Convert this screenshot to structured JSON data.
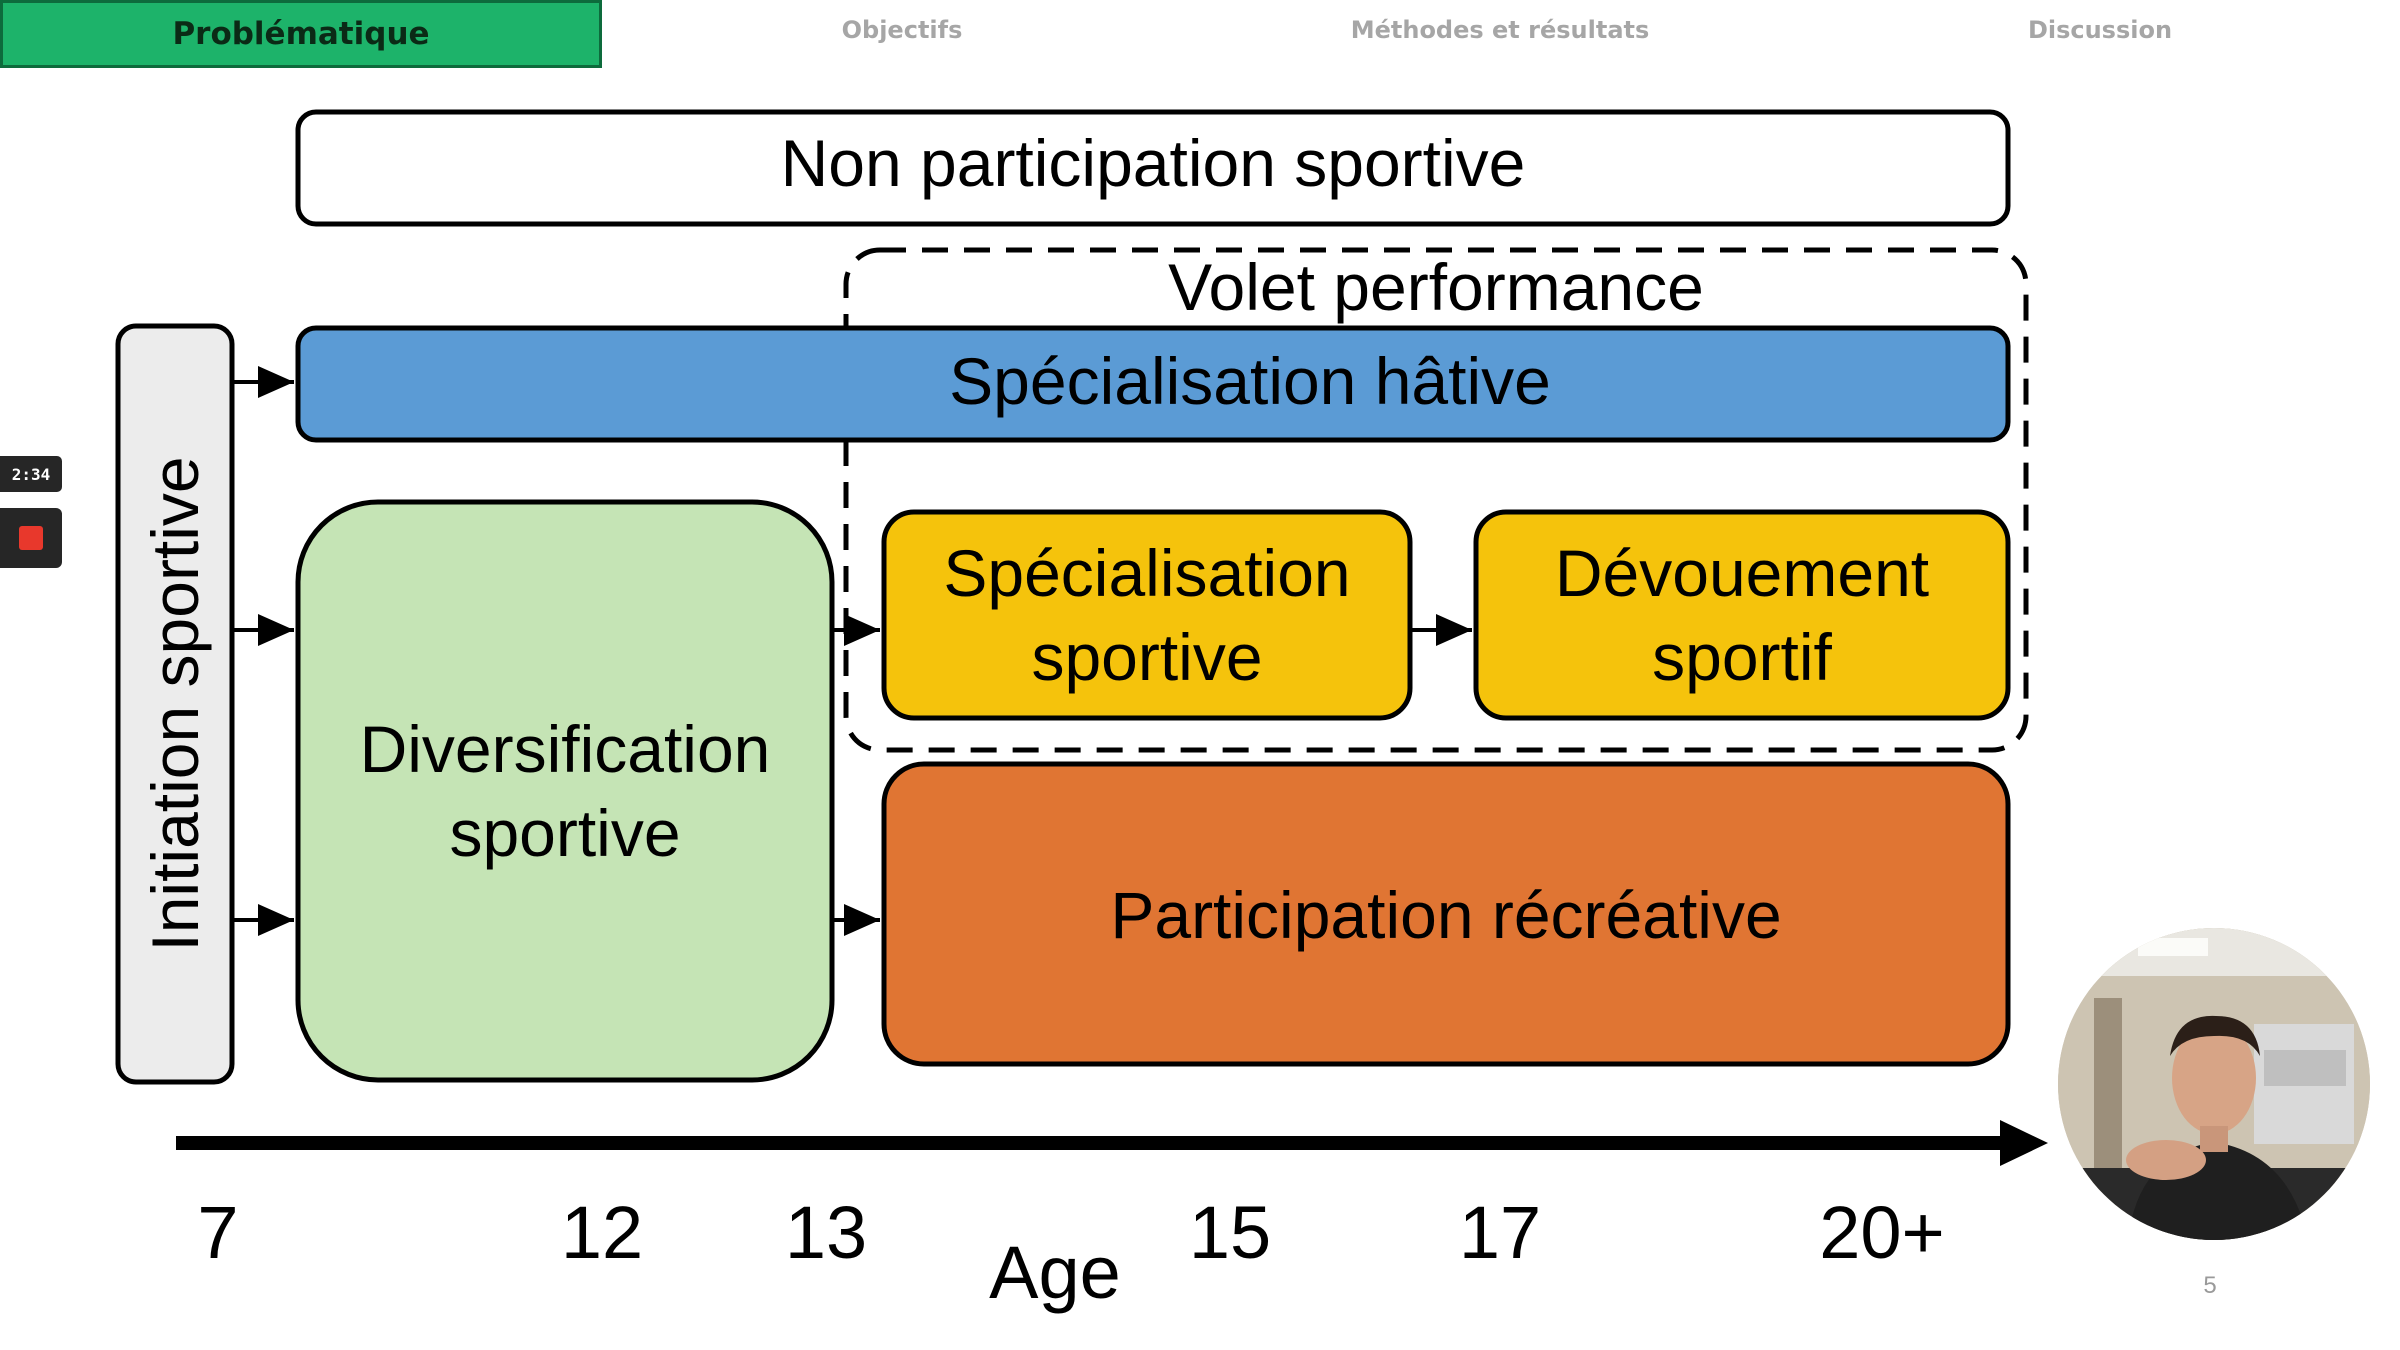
{
  "nav": {
    "tabs": [
      {
        "label": "Problématique",
        "active": true
      },
      {
        "label": "Objectifs",
        "active": false
      },
      {
        "label": "Méthodes et résultats",
        "active": false
      },
      {
        "label": "Discussion",
        "active": false
      }
    ]
  },
  "recording": {
    "timer": "2:34"
  },
  "diagram": {
    "non_participation": "Non participation sportive",
    "volet_performance": "Volet performance",
    "specialisation_hative": "Spécialisation hâtive",
    "initiation": "Initiation sportive",
    "diversification_line1": "Diversification",
    "diversification_line2": "sportive",
    "specialisation_line1": "Spécialisation",
    "specialisation_line2": "sportive",
    "devouement_line1": "Dévouement",
    "devouement_line2": "sportif",
    "participation_recreative": "Participation récréative",
    "age_label": "Age",
    "age_ticks": [
      "7",
      "12",
      "13",
      "15",
      "17",
      "20+"
    ]
  },
  "colors": {
    "nav_active": "#1db36a",
    "specialisation_hative": "#5b9bd5",
    "diversification": "#c5e4b5",
    "specialisation": "#f5c30c",
    "devouement": "#f5c30c",
    "participation": "#e07533",
    "initiation": "#ececec"
  },
  "slide": {
    "page_number": "5"
  }
}
